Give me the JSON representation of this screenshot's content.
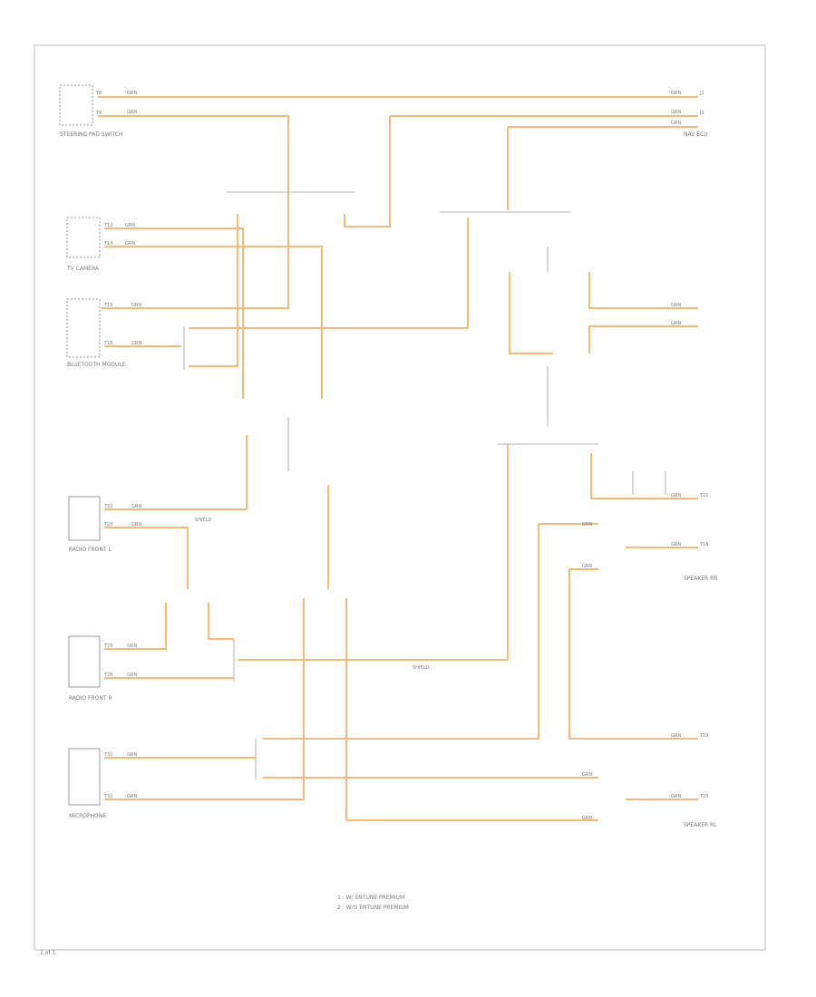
{
  "colors": {
    "wire": "#f5b97a",
    "wire_dark": "#f0a860",
    "line": "#cccccc",
    "ink": "#888888",
    "frame": "#bbbbbb"
  },
  "footer": {
    "page_mark": "1 of 1"
  },
  "legend": {
    "items": [
      "1 : W/ ENTUNE PREMIUM",
      "2 : W/O ENTUNE PREMIUM"
    ]
  },
  "wire_labels": {
    "main": "GRN",
    "shield": "SHIELD"
  },
  "components": {
    "tuner": {
      "label": "STEERING PAD SWITCH",
      "pin1": "T8",
      "pin2": "T9"
    },
    "tv_camera": {
      "label": "TV CAMERA",
      "pin1": "T12",
      "pin2": "T13"
    },
    "bluetooth": {
      "label": "BLUETOOTH MODULE",
      "pin1": "T15",
      "pin2": "T16"
    },
    "radio_front_l": {
      "label": "RADIO FRONT L",
      "pin1": "T22",
      "pin2": "T23"
    },
    "radio_front_r": {
      "label": "RADIO FRONT R",
      "pin1": "T25",
      "pin2": "T26"
    },
    "mic": {
      "label": "MICROPHONE",
      "pin1": "T31",
      "pin2": "T32"
    },
    "nav_ecu": {
      "label": "NAV ECU",
      "pin1": "J1",
      "pin2": "J2"
    },
    "speaker_rr": {
      "label": "SPEAKER RR",
      "pin1": "T18",
      "pin2": "T19"
    },
    "speaker_rl": {
      "label": "SPEAKER RL",
      "pin1": "T20",
      "pin2": "T21"
    }
  }
}
